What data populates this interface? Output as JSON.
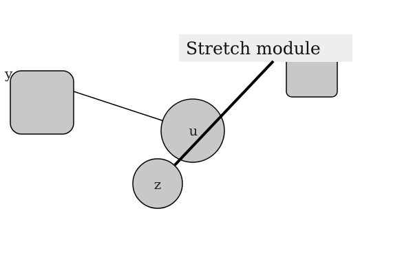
{
  "nodes": {
    "y": {
      "label": "y"
    },
    "u": {
      "label": "u"
    },
    "z": {
      "label": "z"
    },
    "unnamed_box": {
      "label": ""
    }
  },
  "banner": {
    "label": "Stretch module"
  },
  "colors": {
    "node_fill": "#c8c8c8",
    "banner_background": "#eeeeee",
    "stroke": "#000000"
  }
}
